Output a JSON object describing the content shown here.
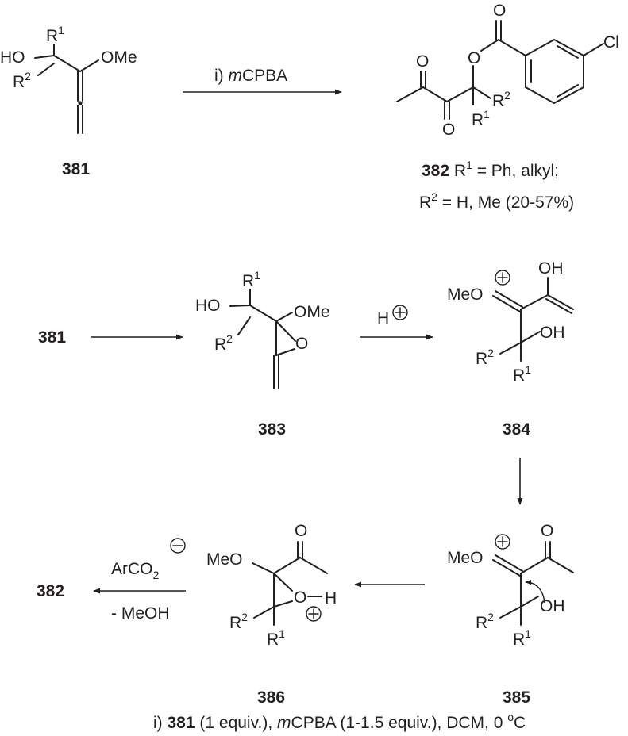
{
  "atoms": {
    "hydroxy": "HO",
    "hydroxy_right": "OH",
    "methoxy": "OMe",
    "methoxy_left": "MeO",
    "oxygen": "O",
    "hydrogen": "H",
    "chlorine": "Cl",
    "r_group": "R",
    "sup_1": "1",
    "sup_2": "2",
    "plus": "+",
    "minus": "−"
  },
  "compounds": {
    "c381": "381",
    "c382": "382",
    "c383": "383",
    "c384": "384",
    "c385": "385",
    "c386": "386"
  },
  "reaction1": {
    "step_prefix": "i) ",
    "reagent_italic": "m",
    "reagent_rest": "CPBA"
  },
  "product_382_caption": {
    "line1_mid": " = Ph, alkyl;",
    "line2_start": "R",
    "line2_rest": " = H, Me (20-57%)"
  },
  "acid_arrow": {
    "proton": "H"
  },
  "final_step": {
    "reagent": "ArCO",
    "subscript": "2",
    "loss": "- MeOH"
  },
  "footnote": {
    "start": "i) ",
    "c381": "381",
    "part1": " (1 equiv.), ",
    "italic_m": "m",
    "part2": "CPBA (1-1.5 equiv.), DCM, 0 ",
    "degree": "o",
    "unit": "C"
  }
}
